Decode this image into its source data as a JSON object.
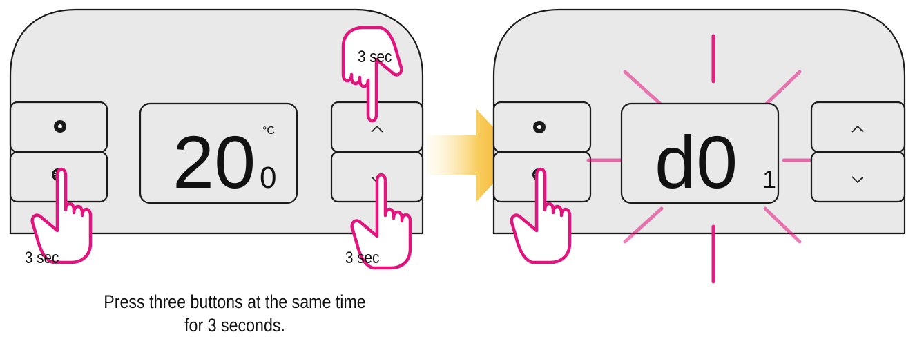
{
  "colors": {
    "panel_fill": "#e9e9e9",
    "outline": "#1a1a1a",
    "hand_stroke": "#e4147e",
    "burst": "#e4147e",
    "arrow": "#f3a91d"
  },
  "left_panel": {
    "display": {
      "digits": "20",
      "decimal": "0",
      "unit": "°C"
    },
    "top_left_button_icon": "light-bulb-icon",
    "bottom_left_button_icon": "snowflake-icon",
    "up_button_icon": "chevron-up-icon",
    "down_button_icon": "chevron-down-icon"
  },
  "hands": {
    "up_button_label": "3 sec",
    "snowflake_button_label": "3 sec",
    "down_button_label": "3 sec"
  },
  "right_panel": {
    "display": {
      "code": "d0",
      "suffix": "1"
    },
    "display_blinking": true,
    "top_left_button_icon": "light-bulb-icon",
    "bottom_left_button_icon": "snowflake-icon",
    "up_button_icon": "chevron-up-icon",
    "down_button_icon": "chevron-down-icon"
  },
  "caption": {
    "line1": "Press three buttons at the same time",
    "line2": "for 3 seconds."
  }
}
